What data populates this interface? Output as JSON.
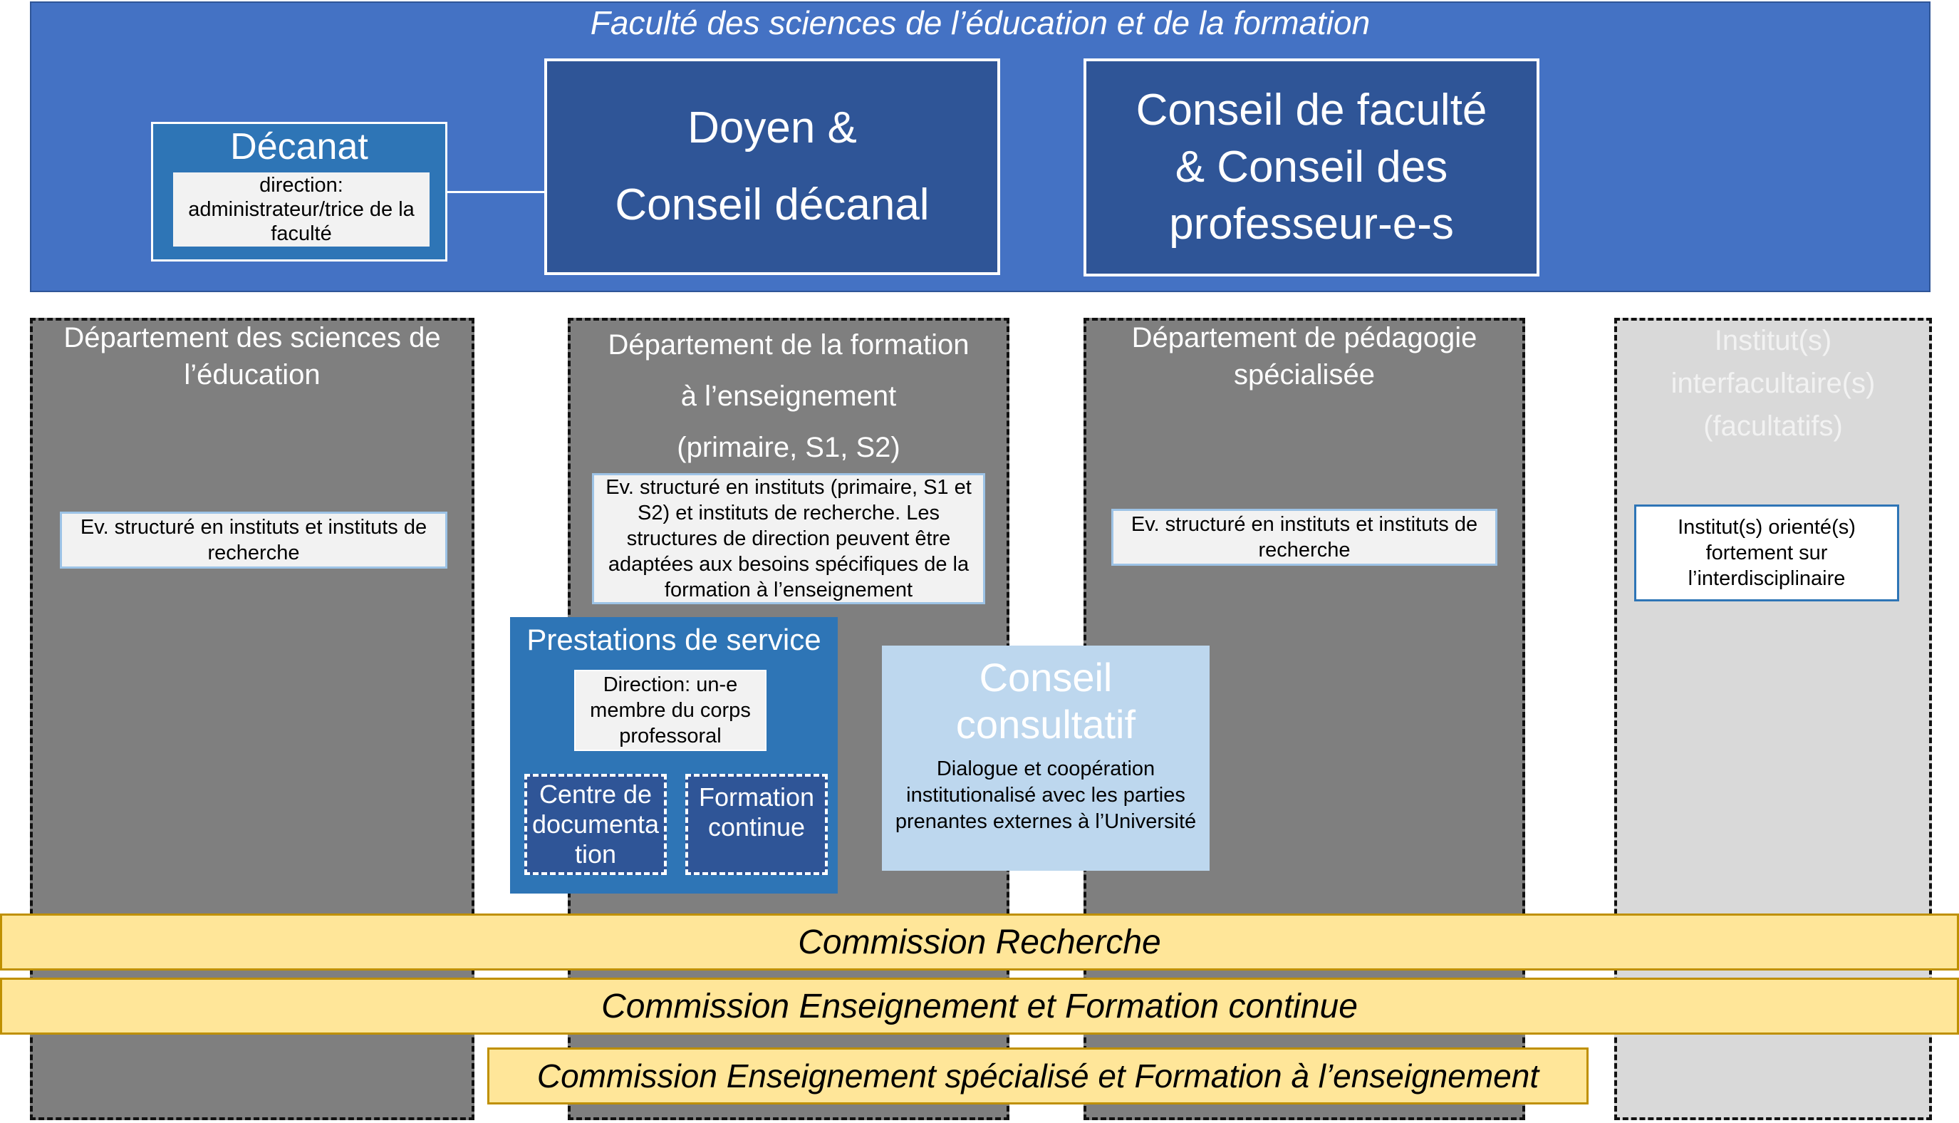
{
  "faculty": {
    "title": "Faculté des sciences de l’éducation et de la formation",
    "decanat": {
      "title": "Décanat",
      "direction": "direction: administrateur/trice de la faculté"
    },
    "doyen": {
      "line1": "Doyen &",
      "line2": "Conseil décanal"
    },
    "conseil_faculte": {
      "line1": "Conseil de faculté",
      "line2": "& Conseil des",
      "line3": "professeur-e-s"
    }
  },
  "departments": [
    {
      "title": "Département des sciences de l’éducation",
      "note": "Ev. structuré en instituts et instituts de recherche"
    },
    {
      "title_line1": "Département de la formation",
      "title_line2": "à l’enseignement",
      "title_line3": "(primaire, S1, S2)",
      "note": "Ev. structuré en instituts (primaire, S1 et S2) et instituts de recherche. Les structures de direction peuvent être adaptées aux besoins spécifiques de la formation à l’enseignement"
    },
    {
      "title": "Département  de pédagogie spécialisée",
      "note": "Ev. structuré en instituts et instituts de recherche"
    },
    {
      "title_line1": "Institut(s)",
      "title_line2": "interfacultaire(s)",
      "title_line3": "(facultatifs)",
      "note": "Institut(s) orienté(s) fortement sur l’interdisciplinaire"
    }
  ],
  "prestations": {
    "title": "Prestations de service",
    "direction": "Direction: un-e membre du corps professoral",
    "centre_line1": "Centre de",
    "centre_line2": "documenta",
    "centre_line3": "tion",
    "formation_line1": "Formation",
    "formation_line2": "continue"
  },
  "conseil_consultatif": {
    "title_line1": "Conseil",
    "title_line2": "consultatif",
    "description": "Dialogue et coopération institutionalisé avec les parties prenantes externes à l’Université"
  },
  "commissions": [
    "Commission Recherche",
    "Commission Enseignement et Formation continue",
    "Commission Enseignement spécialisé et Formation à l’enseignement"
  ],
  "colors": {
    "faculty_bg": "#4472c4",
    "dark_blue": "#2f5597",
    "mid_blue": "#2e75b6",
    "light_blue": "#bdd7ee",
    "department_gray": "#7f7f7f",
    "institute_gray": "#d9d9d9",
    "commission_yellow": "#ffe699"
  }
}
